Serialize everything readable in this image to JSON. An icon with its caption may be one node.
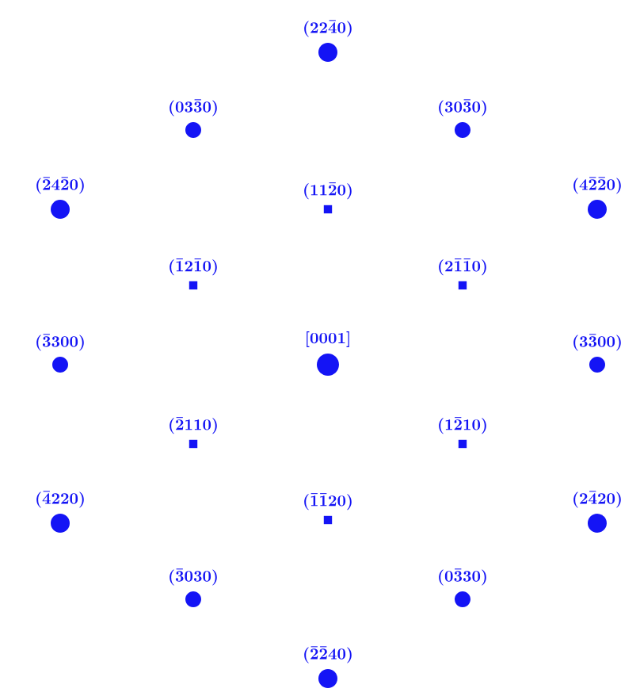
{
  "diagram": {
    "nodes": [
      {
        "text": [],
        "shape": "circle",
        "beside": [
          "(22\\bar{4}0)"
        ]
      },
      {
        "text": [],
        "shape": "circle",
        "beside": [
          "(03\\bar{3}0)"
        ]
      },
      {
        "text": [],
        "shape": "circle",
        "beside": [
          "(30\\bar{3}0)"
        ]
      },
      {
        "text": [],
        "shape": "circle",
        "beside": [
          "(\\bar{2}4\\bar{2}0)"
        ]
      },
      {
        "text": [],
        "shape": "box",
        "beside": [
          "(11\\bar{2}0)"
        ]
      },
      {
        "text": [],
        "shape": "circle",
        "beside": [
          "(4\\bar{2}\\bar{2}0)"
        ]
      },
      {
        "text": [],
        "shape": "box",
        "beside": [
          "(\\bar{1}2\\bar{1}0)"
        ]
      },
      {
        "text": [],
        "shape": "box",
        "beside": [
          "(2\\bar{1}\\bar{1}0)"
        ]
      },
      {
        "text": [],
        "shape": "circle",
        "beside": [
          "(\\bar{3}300)"
        ]
      },
      {
        "text": [],
        "shape": "circle",
        "beside": [
          "[0001]"
        ]
      },
      {
        "text": [],
        "shape": "circle",
        "beside": [
          "(3\\bar{3}00)"
        ]
      },
      {
        "text": [],
        "shape": "box",
        "beside": [
          "(\\bar{2}110)"
        ]
      },
      {
        "text": [],
        "shape": "box",
        "beside": [
          "(1\\bar{2}10)"
        ]
      },
      {
        "text": [],
        "shape": "circle",
        "beside": [
          "(\\bar{4}220)"
        ]
      },
      {
        "text": [],
        "shape": "box",
        "beside": [
          "(\\bar{1}\\bar{1}20)"
        ]
      },
      {
        "text": [],
        "shape": "circle",
        "beside": [
          "(2\\bar{4}20)"
        ]
      },
      {
        "text": [],
        "shape": "circle",
        "beside": [
          "(\\bar{3}030)"
        ]
      },
      {
        "text": [],
        "shape": "circle",
        "beside": [
          "(0\\bar{3}30)"
        ]
      },
      {
        "text": [],
        "shape": "circle",
        "beside": [
          "(\\bar{2}\\bar{2}40)"
        ]
      }
    ]
  }
}
